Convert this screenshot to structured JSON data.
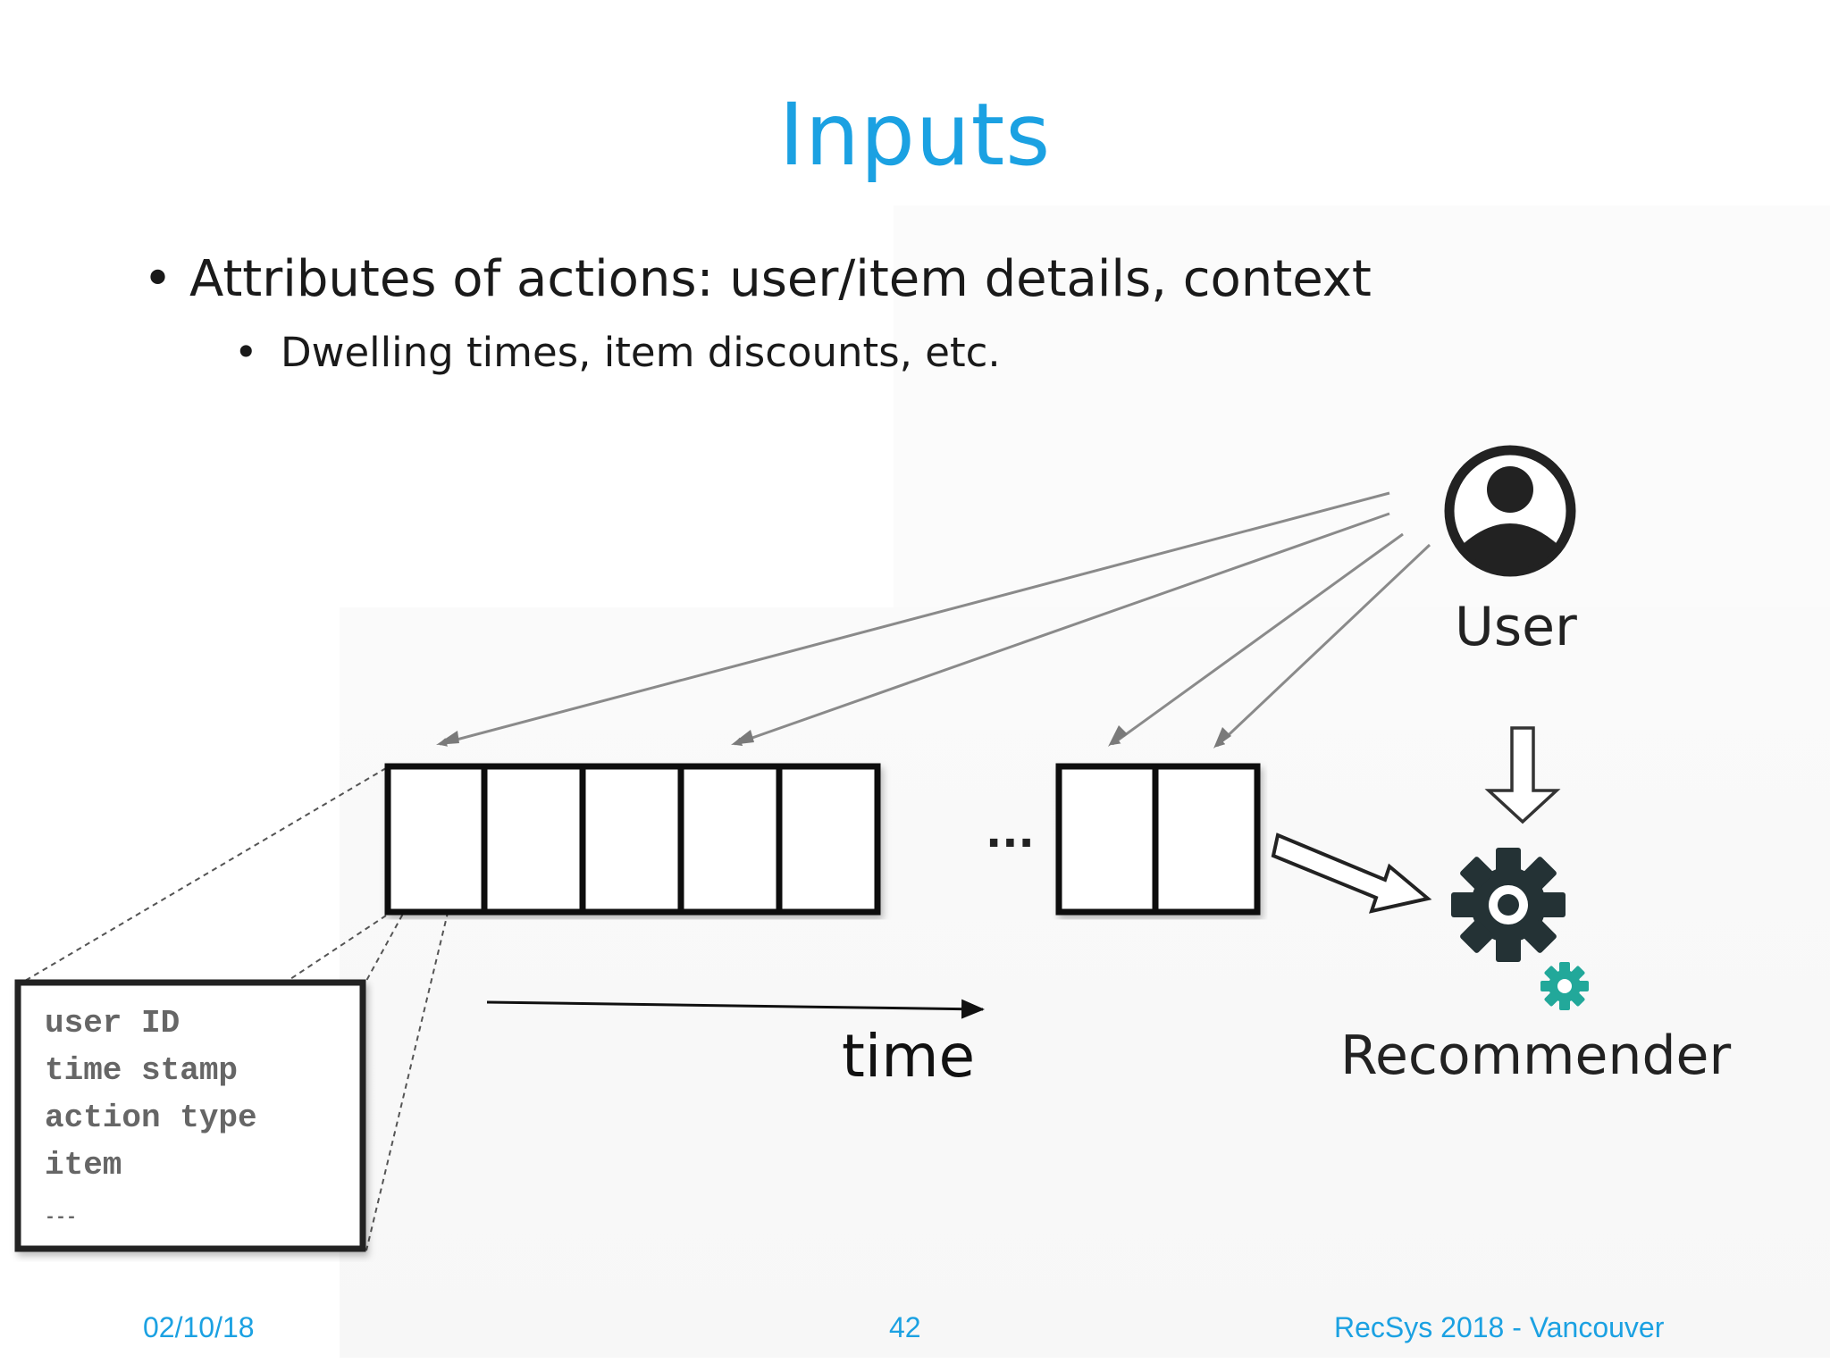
{
  "slide": {
    "title": "Inputs",
    "bullets": [
      {
        "text": "Attributes of actions: user/item details, context",
        "level": 1
      },
      {
        "text": "Dwelling times, item discounts, etc.",
        "level": 2
      }
    ],
    "bullet_symbol": "•"
  },
  "diagram": {
    "user_label": "User",
    "recommender_label": "Recommender",
    "time_label": "time",
    "ellipsis": "...",
    "record_fields": [
      "user ID",
      "time stamp",
      "action type",
      "item",
      "---"
    ],
    "colors": {
      "gear_dark": "#243235",
      "gear_accent": "#22a89a",
      "box_stroke": "#111111",
      "arrow_gray": "#8a8a8a"
    },
    "icons": [
      "user-avatar-icon",
      "gear-icon",
      "small-gear-icon"
    ]
  },
  "footer": {
    "date": "02/10/18",
    "page": "42",
    "conference": "RecSys 2018 - Vancouver"
  }
}
